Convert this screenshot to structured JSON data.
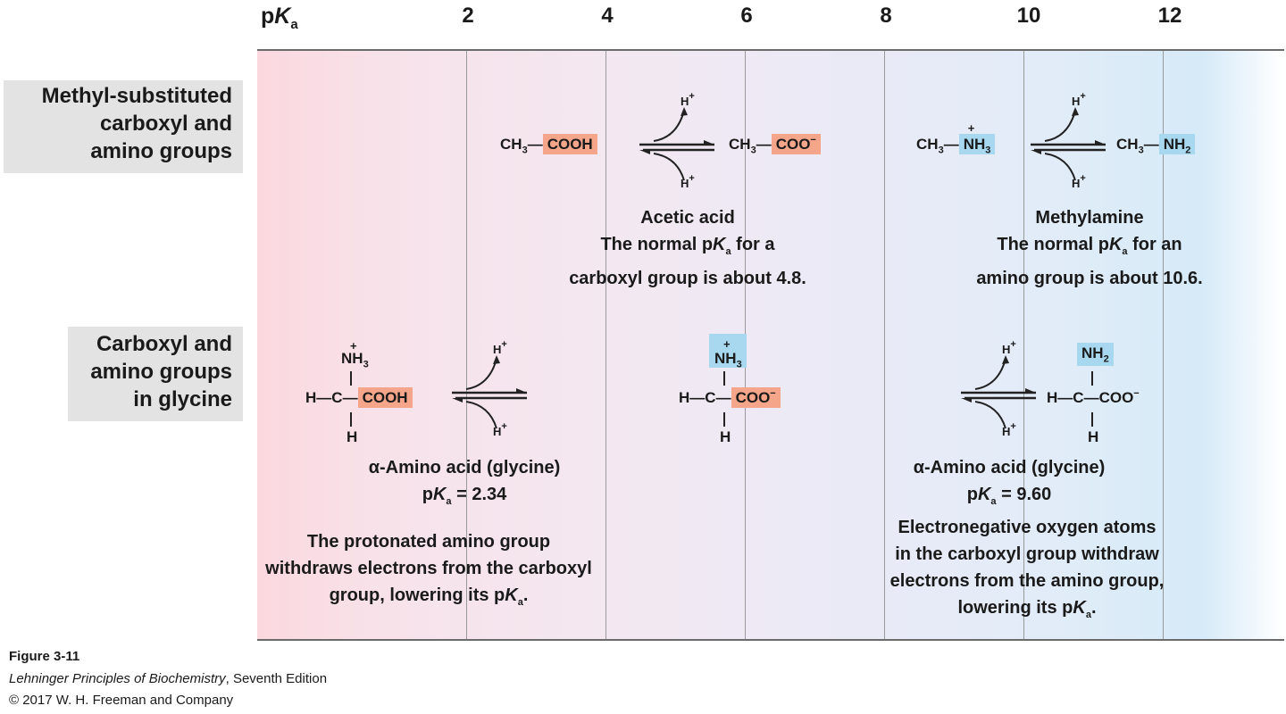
{
  "axis": {
    "label_p": "p",
    "label_K": "K",
    "label_a": "a",
    "ticks": [
      "2",
      "4",
      "6",
      "8",
      "10",
      "12"
    ]
  },
  "rows": {
    "methyl": {
      "label_lines": [
        "Methyl-substituted",
        "carboxyl and",
        "amino groups"
      ]
    },
    "glycine": {
      "label_lines": [
        "Carboxyl and",
        "amino groups",
        "in glycine"
      ]
    }
  },
  "chem": {
    "ch3": "CH",
    "sub3": "3",
    "cooh": "COOH",
    "coo": "COO",
    "minus": "−",
    "nh": "NH",
    "sub2": "2",
    "plus": "+",
    "h": "H",
    "c": "C",
    "hplus": "H",
    "hplus_sup": "+"
  },
  "captions": {
    "acetic_name": "Acetic acid",
    "acetic_1_pre": "The normal p",
    "acetic_1_post": " for a",
    "acetic_2": "carboxyl group is about 4.8.",
    "methyl_name": "Methylamine",
    "methyl_1_pre": "The normal p",
    "methyl_1_post": " for an",
    "methyl_2": "amino group is about 10.6.",
    "gly_left_name": "α-Amino acid (glycine)",
    "gly_left_pka_pre": "p",
    "gly_left_pka_val": " = 2.34",
    "gly_left_note1": "The protonated amino group",
    "gly_left_note2": "withdraws electrons from the carboxyl",
    "gly_left_note3_pre": "group, lowering its p",
    "gly_left_note3_post": ".",
    "gly_right_name": "α-Amino acid (glycine)",
    "gly_right_pka_pre": "p",
    "gly_right_pka_val": " = 9.60",
    "gly_right_note1": "Electronegative oxygen atoms",
    "gly_right_note2": "in the carboxyl group withdraw",
    "gly_right_note3": "electrons from the amino group,",
    "gly_right_note4_pre": "lowering its p",
    "gly_right_note4_post": "."
  },
  "footer": {
    "figure": "Figure 3-11",
    "book": "Lehninger Principles of Biochemistry",
    "edition": ", Seventh Edition",
    "copyright": "© 2017 W. H. Freeman and Company"
  }
}
